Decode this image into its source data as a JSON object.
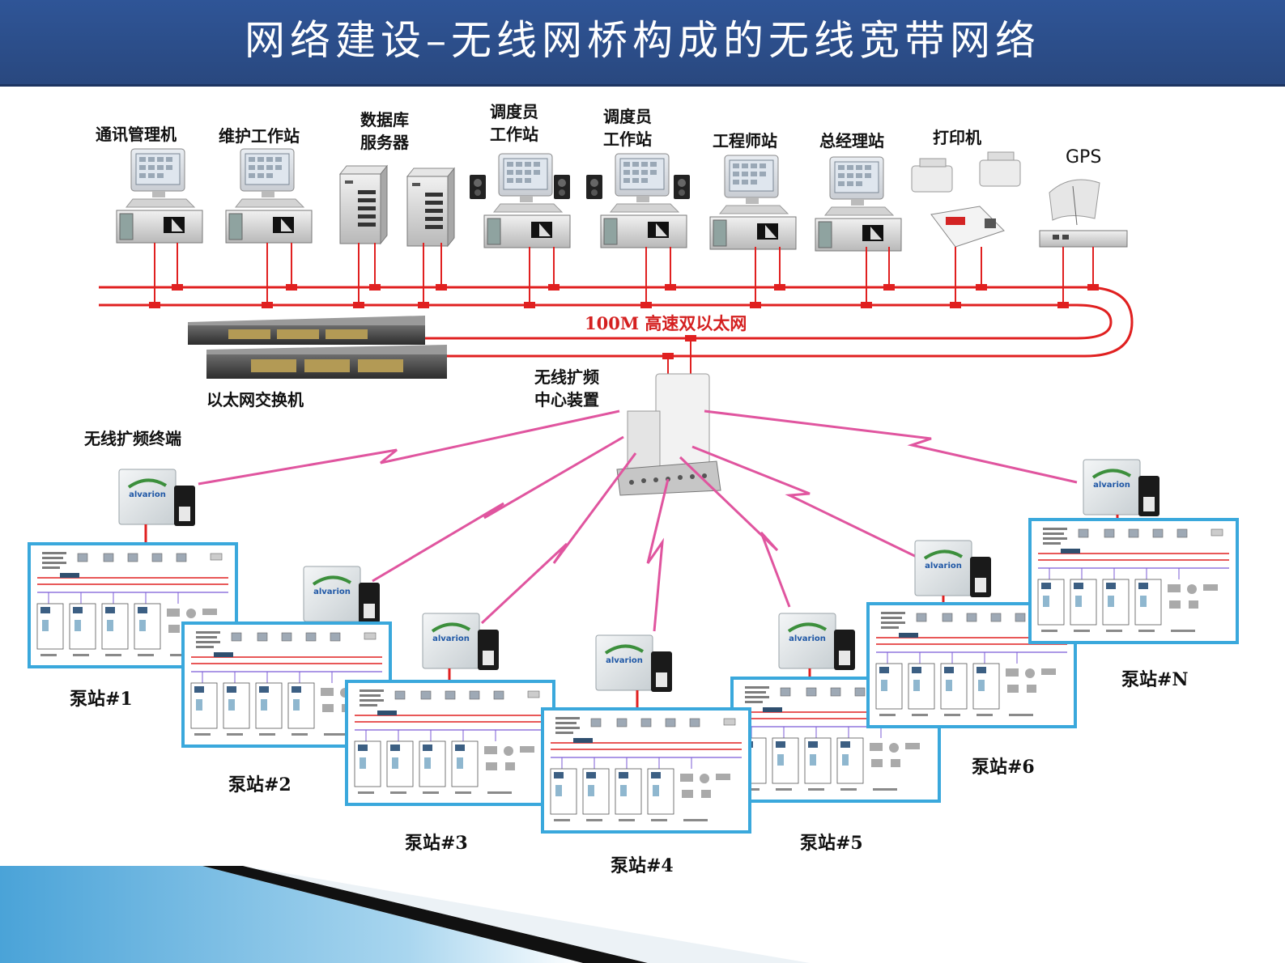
{
  "title": "网络建设–无线网桥构成的无线宽带网络",
  "devices": {
    "comm_mgr": "通讯管理机",
    "maint_ws": "维护工作站",
    "db_server_line1": "数据库",
    "db_server_line2": "服务器",
    "dispatcher1_line1": "调度员",
    "dispatcher1_line2": "工作站",
    "dispatcher2_line1": "调度员",
    "dispatcher2_line2": "工作站",
    "engineer": "工程师站",
    "gm": "总经理站",
    "printer": "打印机",
    "gps": "GPS"
  },
  "network": {
    "ethernet": "100M 高速双以太网",
    "switch": "以太网交换机",
    "center_line1": "无线扩频",
    "center_line2": "中心装置",
    "terminal": "无线扩频终端"
  },
  "stations": [
    "泵站#1",
    "泵站#2",
    "泵站#3",
    "泵站#4",
    "泵站#5",
    "泵站#6",
    "泵站#N"
  ],
  "colors": {
    "title_bg": "#2f5597",
    "network_line": "#e02020",
    "wireless_bolt": "#e0559f",
    "station_border": "#3aa8dc"
  }
}
